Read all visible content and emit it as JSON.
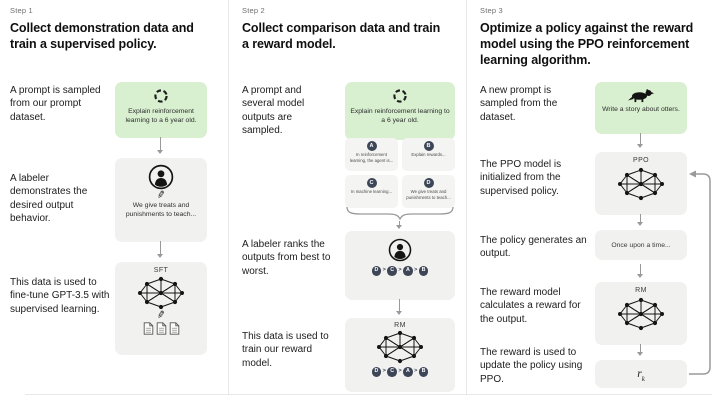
{
  "palette": {
    "green_box": "#d8efd0",
    "gray_box": "#f1f1ef",
    "mini_box": "#f4f4f2",
    "rank_circle": "#3d4657"
  },
  "icons": {
    "pencil": "✎"
  },
  "col1": {
    "step": "Step 1",
    "heading": "Collect demonstration data and train a supervised policy.",
    "label_prompt": "A prompt is sampled from our prompt dataset.",
    "label_labeler": "A labeler demonstrates the desired output behavior.",
    "label_finetune": "This data is used to fine-tune GPT-3.5 with supervised learning.",
    "prompt_box_text": "Explain reinforcement learning to a 6 year old.",
    "labeler_box_text": "We give treats and punishments to teach...",
    "sft_box_title": "SFT"
  },
  "col2": {
    "step": "Step 2",
    "heading": "Collect comparison data and train a reward model.",
    "label_prompt": "A prompt and several model outputs are sampled.",
    "label_rank": "A labeler ranks the outputs from best to worst.",
    "label_train": "This data is used to train our reward model.",
    "prompt_box_text": "Explain reinforcement learning to a 6 year old.",
    "outputs": [
      {
        "letter": "A",
        "text": "In reinforcement learning, the agent is..."
      },
      {
        "letter": "B",
        "text": "Explain rewards..."
      },
      {
        "letter": "C",
        "text": "In machine learning..."
      },
      {
        "letter": "D",
        "text": "We give treats and punishments to teach..."
      }
    ],
    "ranking": {
      "r0": "D",
      "r1": "C",
      "r2": "A",
      "r3": "B",
      "sep": ">"
    },
    "rm_box_title": "RM"
  },
  "col3": {
    "step": "Step 3",
    "heading": "Optimize a policy against the reward model using the PPO reinforcement learning algorithm.",
    "label_prompt": "A new prompt is sampled from the dataset.",
    "label_ppo": "The PPO model is initialized from the supervised policy.",
    "label_output": "The policy generates an output.",
    "label_reward": "The reward model calculates a reward for the output.",
    "label_update": "The reward is used to update the policy using PPO.",
    "prompt_box_text": "Write a story about otters.",
    "ppo_box_title": "PPO",
    "output_box_text": "Once upon a time...",
    "rm_box_title": "RM",
    "reward_symbol": "r",
    "reward_symbol_sub": "k"
  }
}
